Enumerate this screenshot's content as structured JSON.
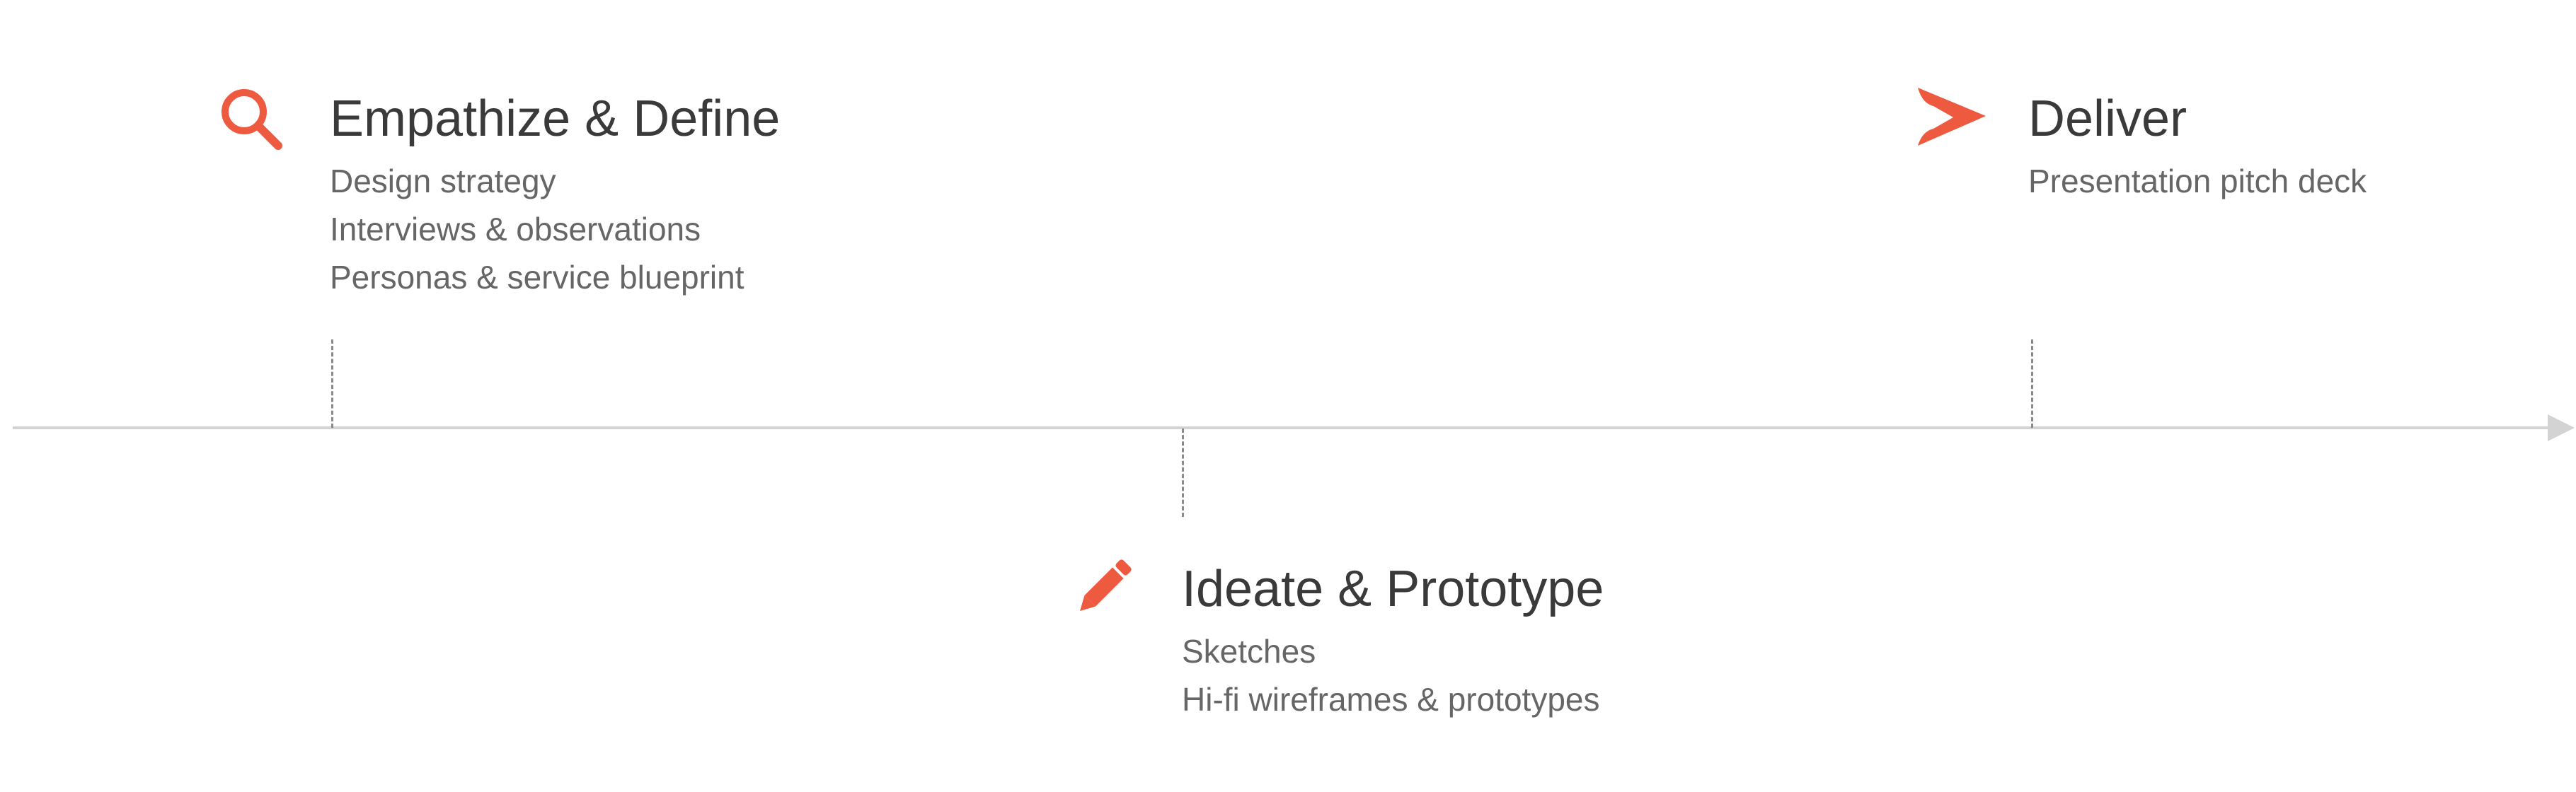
{
  "colors": {
    "accent": "#EE5A40",
    "axis": "#D3D3D3",
    "connector": "#8A8A8A",
    "title": "#3A3A3A",
    "item": "#666666"
  },
  "stages": [
    {
      "icon": "search-icon",
      "title": "Empathize & Define",
      "items": [
        "Design strategy",
        "Interviews & observations",
        "Personas & service blueprint"
      ]
    },
    {
      "icon": "pencil-icon",
      "title": "Ideate & Prototype",
      "items": [
        "Sketches",
        "Hi-fi wireframes & prototypes"
      ]
    },
    {
      "icon": "send-icon",
      "title": "Deliver",
      "items": [
        "Presentation pitch deck"
      ]
    }
  ]
}
